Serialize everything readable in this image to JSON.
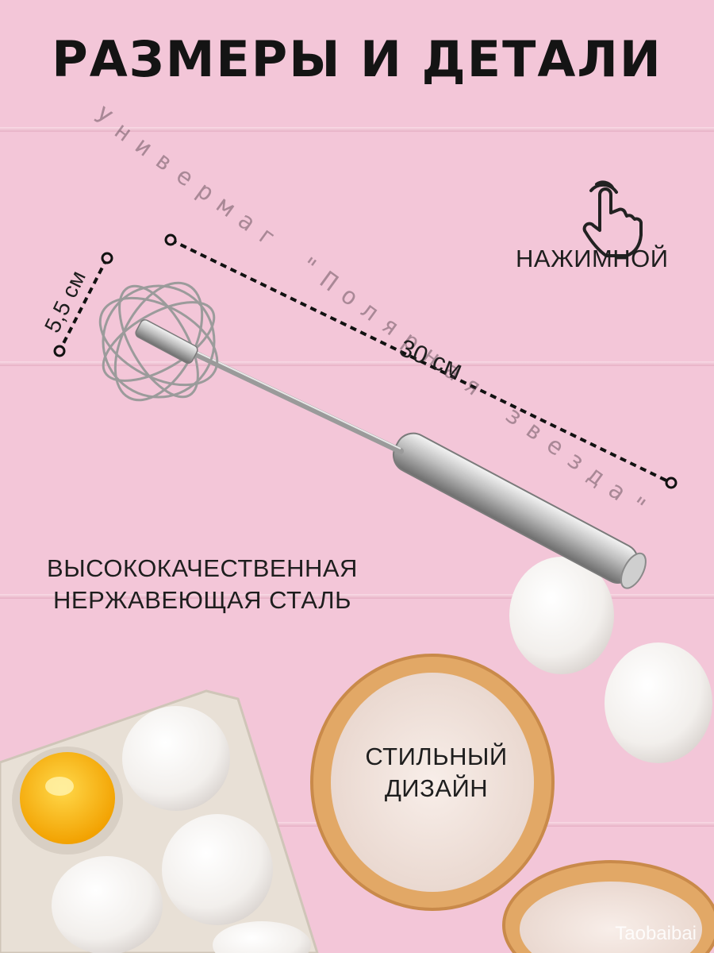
{
  "title": "РАЗМЕРЫ И ДЕТАЛИ",
  "feature_press": "НАЖИМНОЙ",
  "dimension_length": "30 см",
  "dimension_diameter": "5,5 см",
  "material_line1": "ВЫСОКОКАЧЕСТВЕННАЯ",
  "material_line2": "НЕРЖАВЕЮЩАЯ СТАЛЬ",
  "design_line1": "СТИЛЬНЫЙ",
  "design_line2": "ДИЗАЙН",
  "watermark": "Универмаг \"Полярная звезда\"",
  "corner_tag": "Taobaibai",
  "icons": {
    "press": "finger-press-icon"
  },
  "colors": {
    "background": "#f3c6d8",
    "text": "#1e1e1e"
  }
}
